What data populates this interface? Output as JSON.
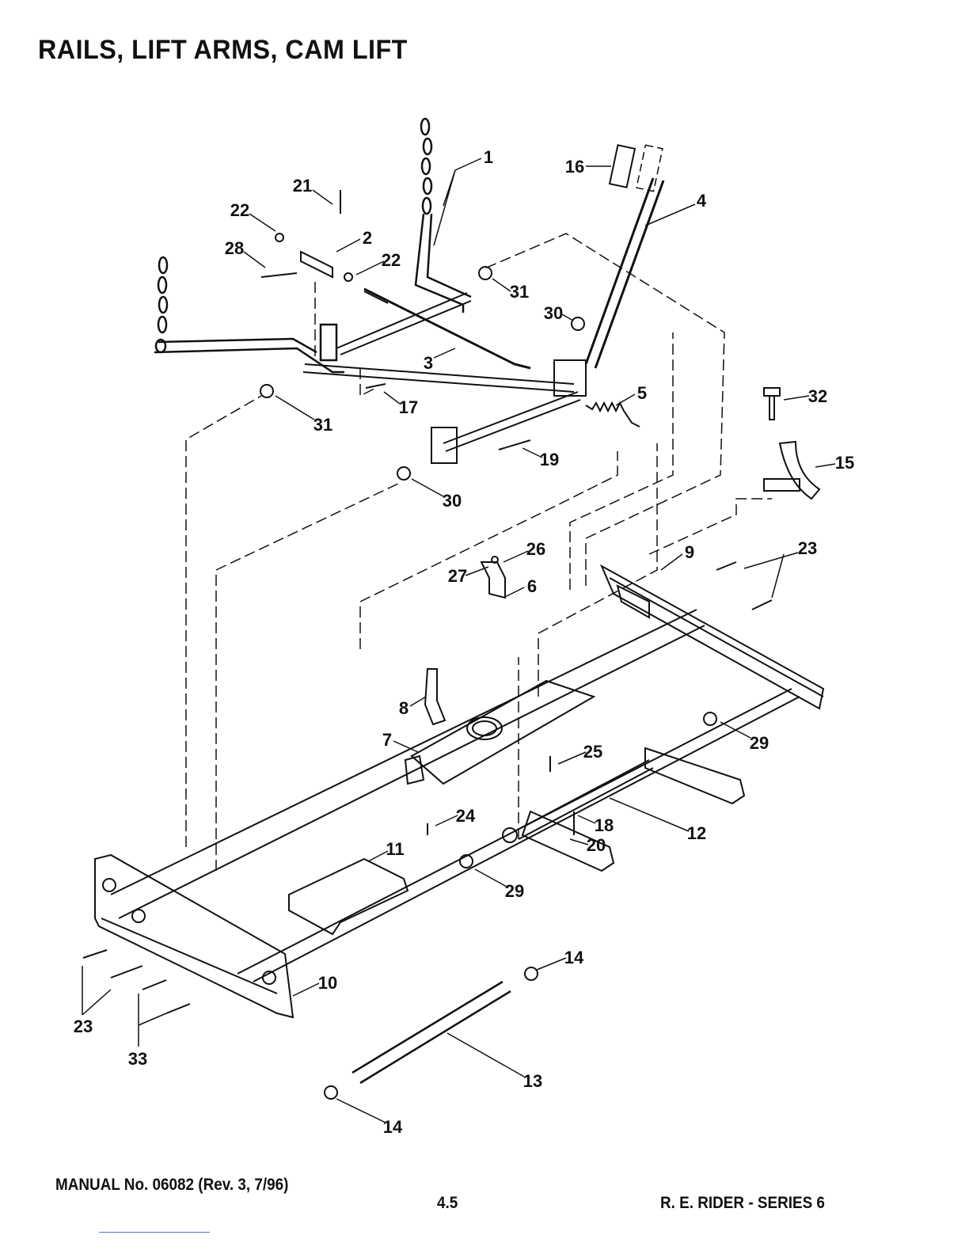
{
  "title": "RAILS, LIFT ARMS, CAM LIFT",
  "footer": {
    "manual": "MANUAL No. 06082 (Rev. 3, 7/96)",
    "page": "4.5",
    "series": "R. E. RIDER - SERIES 6"
  },
  "callouts": [
    "1",
    "16",
    "21",
    "4",
    "22",
    "2",
    "28",
    "22",
    "31",
    "30",
    "3",
    "5",
    "17",
    "32",
    "31",
    "19",
    "15",
    "30",
    "26",
    "9",
    "23",
    "27",
    "6",
    "8",
    "29",
    "7",
    "25",
    "24",
    "18",
    "12",
    "20",
    "11",
    "29",
    "14",
    "10",
    "23",
    "33",
    "13",
    "14"
  ]
}
